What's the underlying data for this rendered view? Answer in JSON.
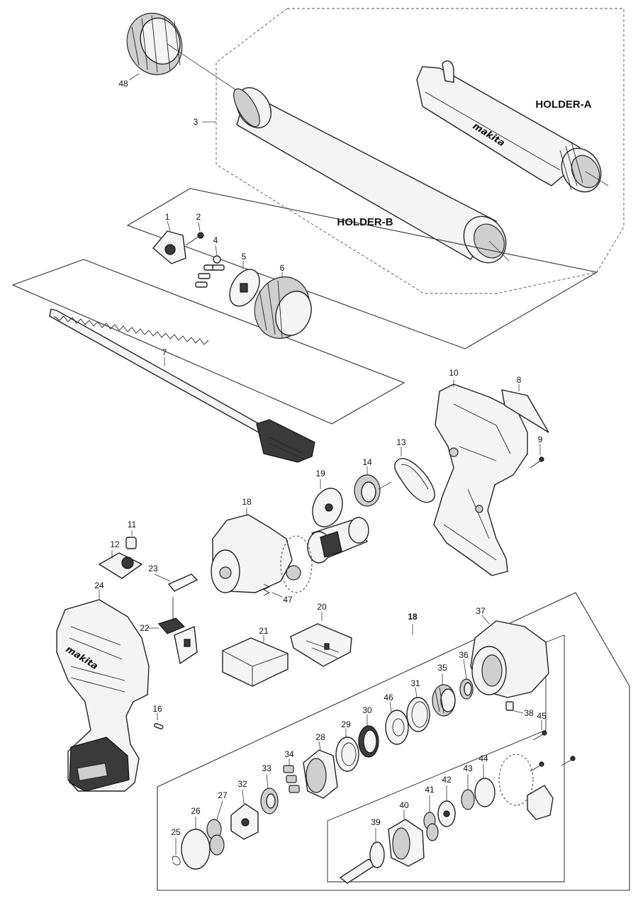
{
  "labels": {
    "holder_a": "HOLDER-A",
    "holder_b": "HOLDER-B",
    "group_18": "18",
    "brand": "makita",
    "p1": "1",
    "p2": "2",
    "p3": "3",
    "p4": "4",
    "p5": "5",
    "p6": "6",
    "p7": "7",
    "p8": "8",
    "p9": "9",
    "p10": "10",
    "p11": "11",
    "p12": "12",
    "p13": "13",
    "p14": "14",
    "p16": "16",
    "p18": "18",
    "p19": "19",
    "p20": "20",
    "p21": "21",
    "p22": "22",
    "p23": "23",
    "p24": "24",
    "p25": "25",
    "p26": "26",
    "p27": "27",
    "p28": "28",
    "p29": "29",
    "p30": "30",
    "p31": "31",
    "p32": "32",
    "p33": "33",
    "p34": "34",
    "p35": "35",
    "p36": "36",
    "p37": "37",
    "p38": "38",
    "p39": "39",
    "p40": "40",
    "p41": "41",
    "p42": "42",
    "p43": "43",
    "p44": "44",
    "p45": "45",
    "p46": "46",
    "p47": "47",
    "p48": "48"
  }
}
